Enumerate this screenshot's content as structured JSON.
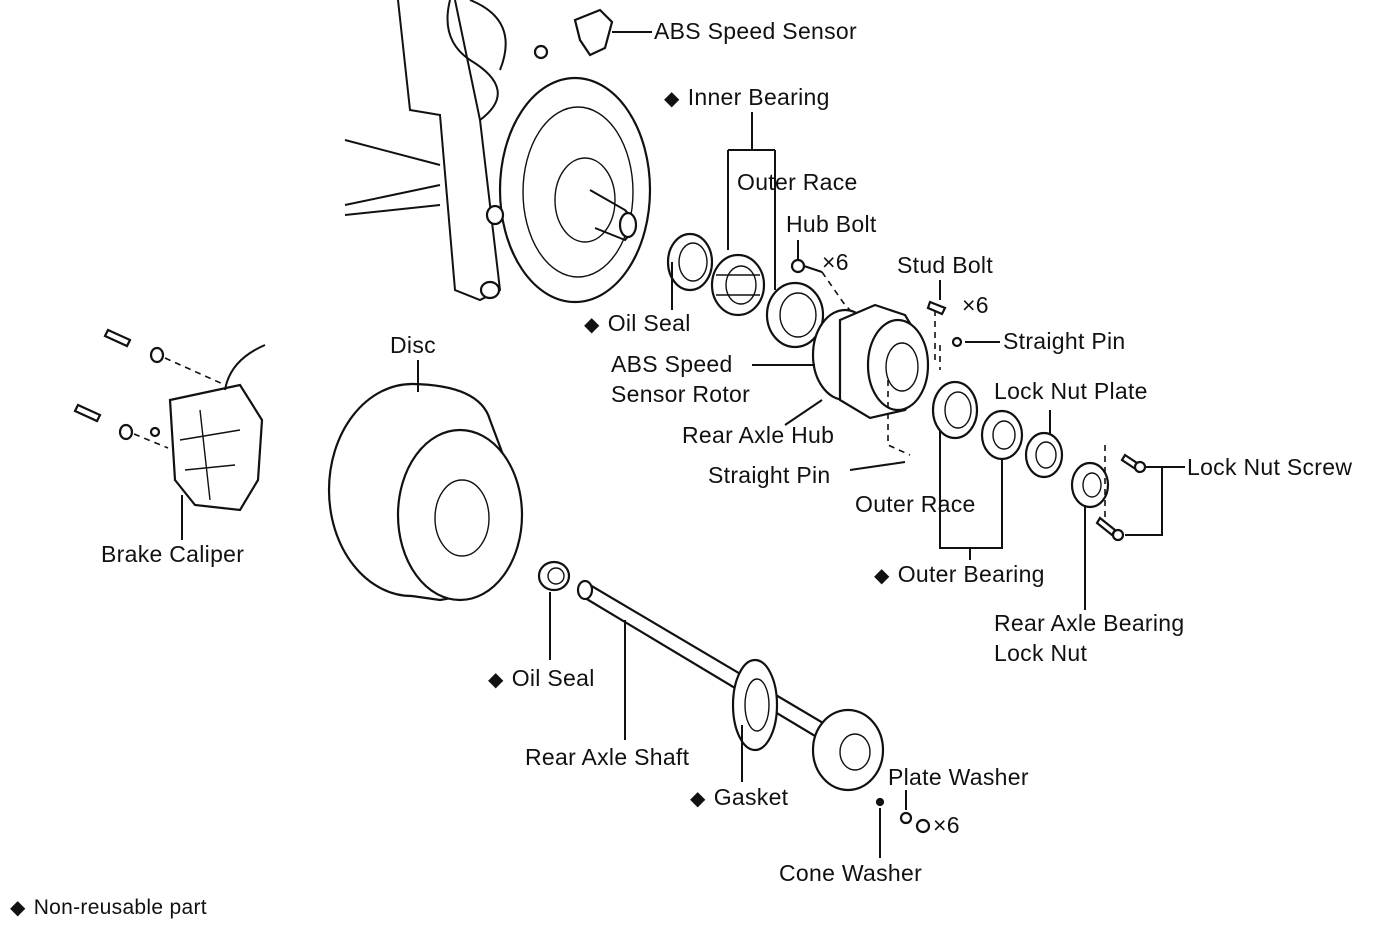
{
  "labels": {
    "abs_speed_sensor": "ABS Speed Sensor",
    "inner_bearing": "Inner Bearing",
    "outer_race_top": "Outer Race",
    "hub_bolt": "Hub Bolt",
    "hub_bolt_qty": "×6",
    "stud_bolt": "Stud Bolt",
    "stud_bolt_qty": "×6",
    "oil_seal_top": "Oil Seal",
    "straight_pin_top": "Straight Pin",
    "abs_speed_sensor_rotor_1": "ABS Speed",
    "abs_speed_sensor_rotor_2": "Sensor Rotor",
    "lock_nut_plate": "Lock Nut Plate",
    "disc": "Disc",
    "rear_axle_hub": "Rear Axle Hub",
    "lock_nut_screw": "Lock Nut Screw",
    "straight_pin_bottom": "Straight Pin",
    "outer_race_bottom": "Outer Race",
    "brake_caliper": "Brake Caliper",
    "outer_bearing": "Outer Bearing",
    "rear_axle_bearing_lock_nut_1": "Rear Axle Bearing",
    "rear_axle_bearing_lock_nut_2": "Lock Nut",
    "oil_seal_bottom": "Oil Seal",
    "rear_axle_shaft": "Rear Axle Shaft",
    "plate_washer": "Plate Washer",
    "plate_washer_qty": "×6",
    "gasket": "Gasket",
    "cone_washer": "Cone Washer",
    "legend": "Non-reusable part"
  },
  "symbols": {
    "non_reusable": "◆"
  }
}
